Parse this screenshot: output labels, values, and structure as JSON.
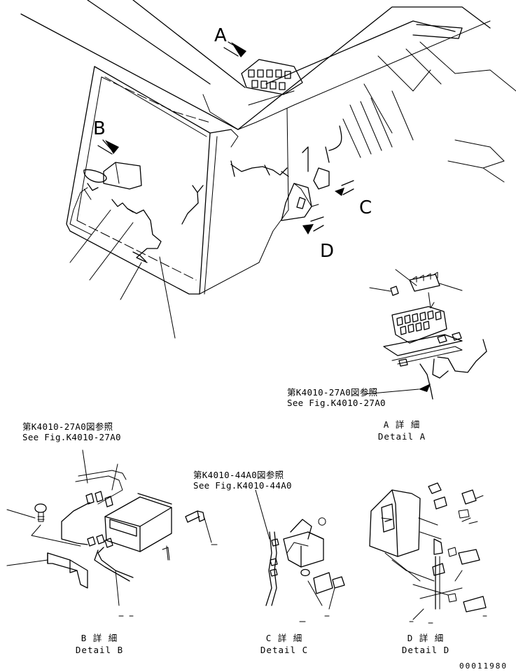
{
  "view_letters": {
    "a": "A",
    "b": "B",
    "c": "C",
    "d": "D"
  },
  "references": {
    "detail_a": {
      "jp": "第K4010-27A0図参照",
      "en": "See Fig.K4010-27A0"
    },
    "detail_b": {
      "jp": "第K4010-27A0図参照",
      "en": "See Fig.K4010-27A0"
    },
    "detail_c": {
      "jp": "第K4010-44A0図参照",
      "en": "See Fig.K4010-44A0"
    }
  },
  "captions": {
    "a": {
      "jp": "A 詳 細",
      "en": "Detail A"
    },
    "b": {
      "jp": "B 詳 細",
      "en": "Detail B"
    },
    "c": {
      "jp": "C 詳 細",
      "en": "Detail C"
    },
    "d": {
      "jp": "D 詳 細",
      "en": "Detail D"
    }
  },
  "drawing_code": "00011980"
}
